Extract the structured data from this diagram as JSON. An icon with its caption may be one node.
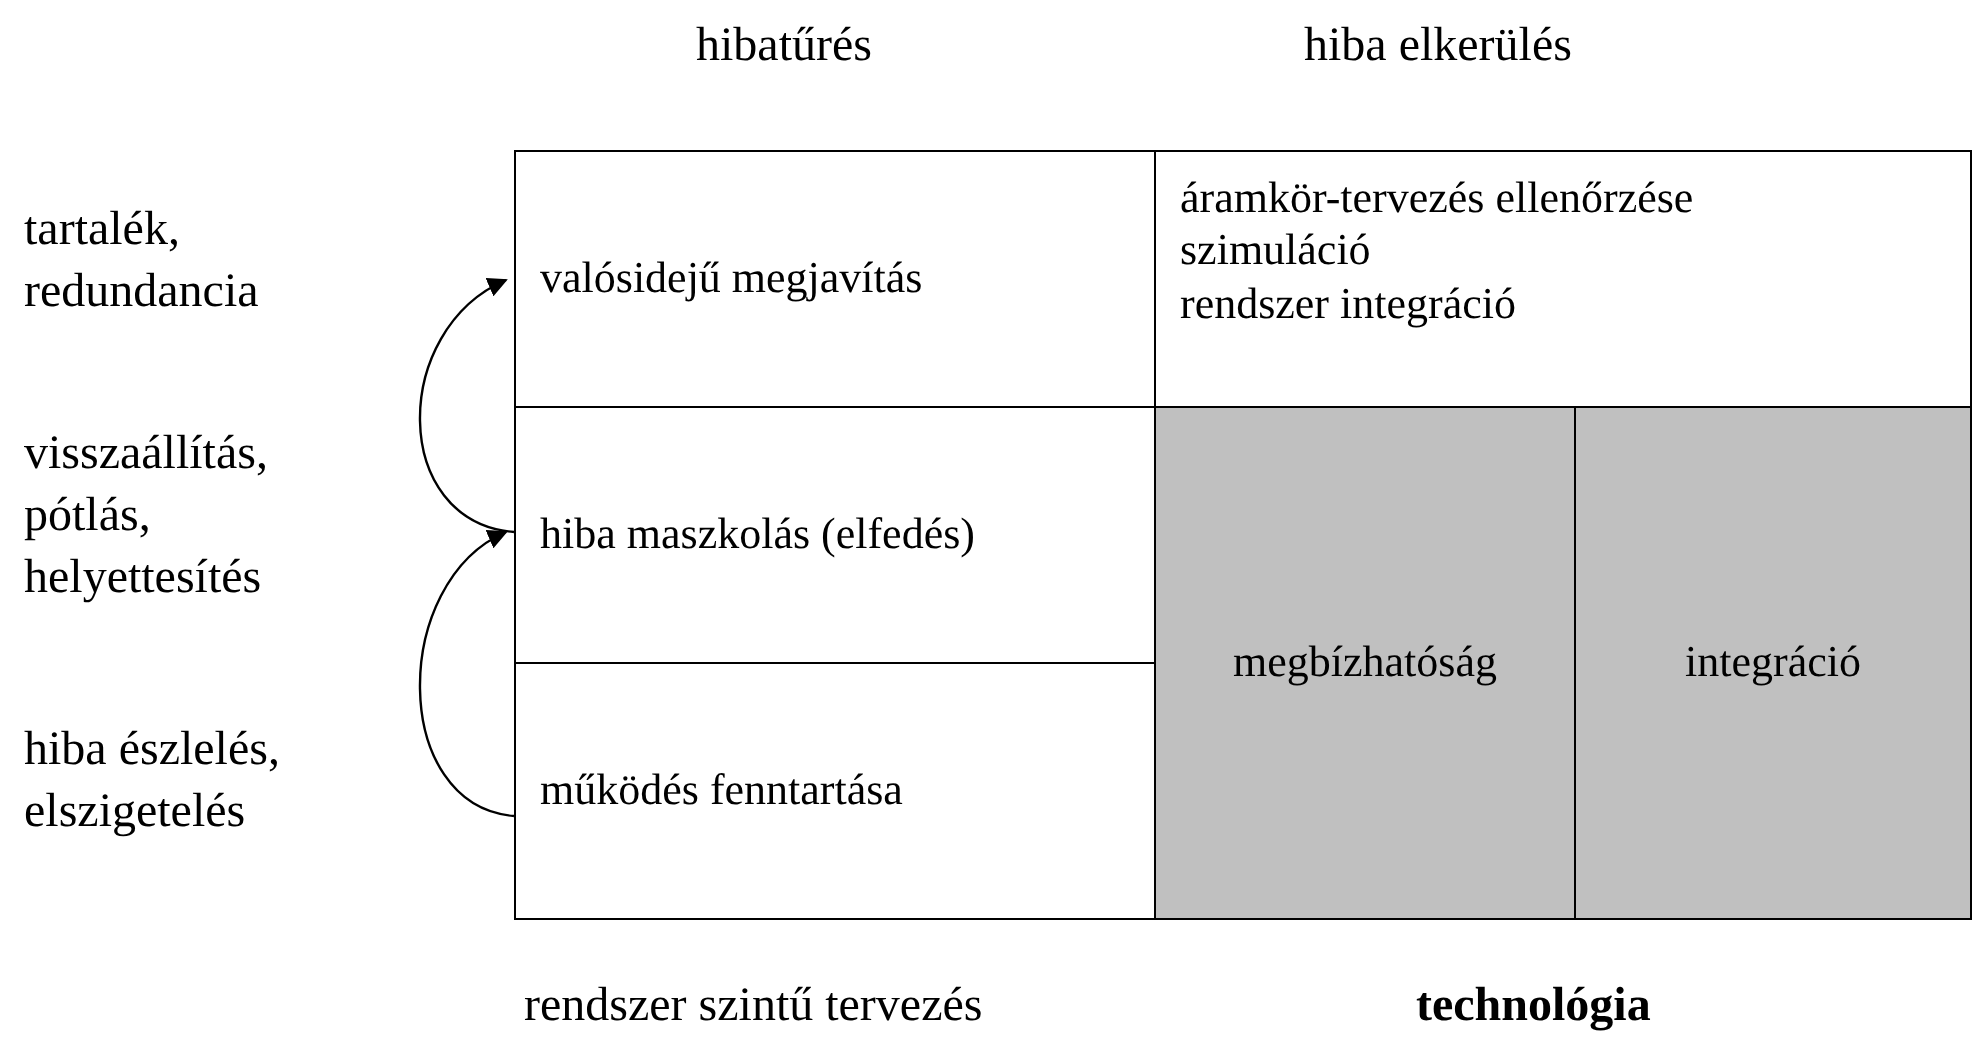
{
  "diagram": {
    "nodes": [
      {
        "text": [
          "valósidejű megjavítás"
        ]
      },
      {
        "text": [
          "hiba maszkolás (elfedés)"
        ]
      },
      {
        "text": [
          "működés fenntartása"
        ]
      },
      {
        "text": [
          "áramkör-tervezés ellenőrzése",
          "szimuláció",
          "rendszer integráció"
        ]
      },
      {
        "text": [
          "megbízhatóság"
        ]
      },
      {
        "text": [
          "integráció"
        ]
      }
    ],
    "edges": [
      {
        "from": 1,
        "to": 0,
        "arrow": "to"
      },
      {
        "from": 2,
        "to": 1,
        "arrow": "to"
      }
    ],
    "labels": [
      "hibatűrés",
      "hiba elkerülés",
      "tartalék, redundancia",
      "visszaállítás, pótlás, helyettesítés",
      "hiba észlelés, elszigetelés",
      "rendszer szintű tervezés",
      "technológia"
    ]
  }
}
